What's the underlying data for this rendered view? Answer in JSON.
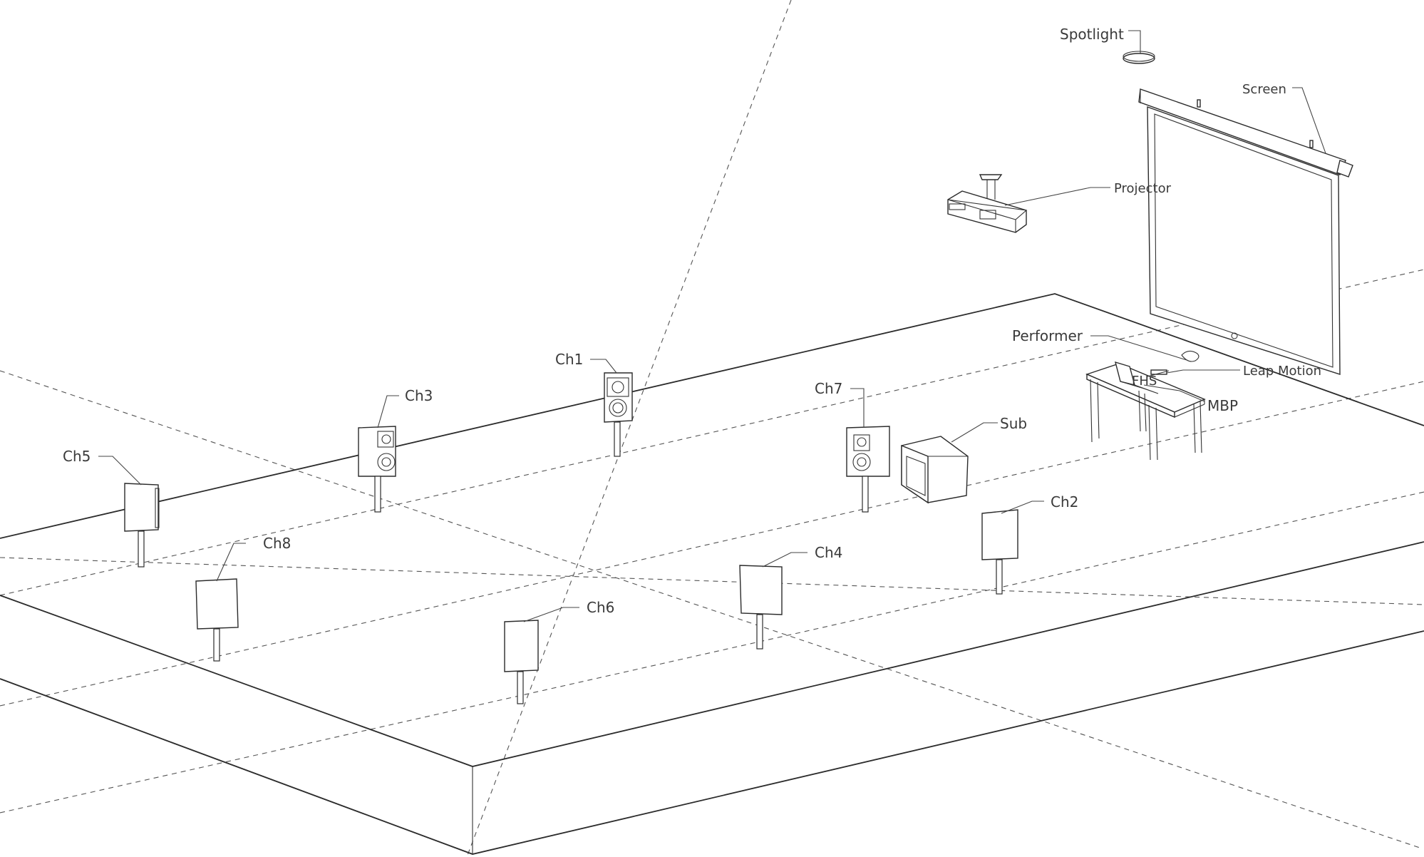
{
  "labels": {
    "spotlight": "Spotlight",
    "screen": "Screen",
    "projector": "Projector",
    "performer": "Performer",
    "leap_motion": "Leap Motion",
    "fhs": "FHS",
    "mbp": "MBP",
    "sub": "Sub",
    "ch1": "Ch1",
    "ch2": "Ch2",
    "ch3": "Ch3",
    "ch4": "Ch4",
    "ch5": "Ch5",
    "ch6": "Ch6",
    "ch7": "Ch7",
    "ch8": "Ch8"
  }
}
